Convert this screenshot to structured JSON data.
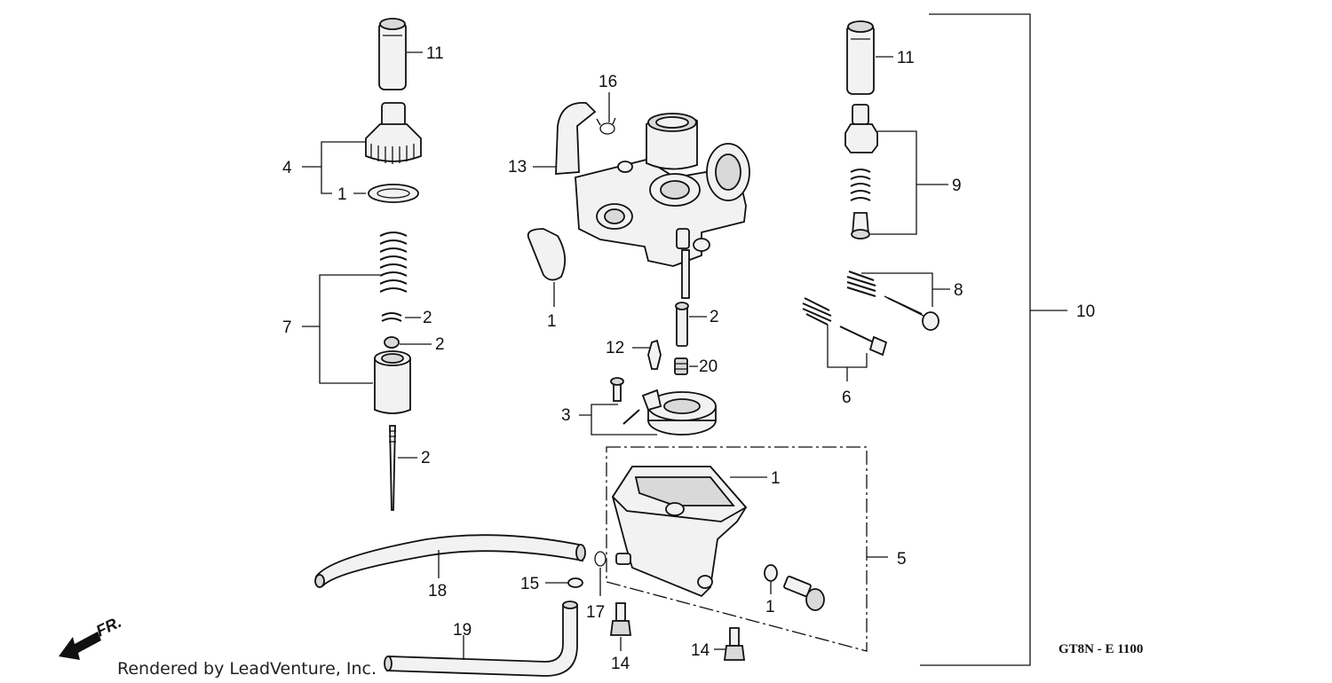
{
  "callouts": {
    "c11a": "11",
    "c4": "4",
    "c1a": "1",
    "c7": "7",
    "c2a": "2",
    "c2b": "2",
    "c2c": "2",
    "c16": "16",
    "c13": "13",
    "c1b": "1",
    "c2d": "2",
    "c12": "12",
    "c20": "20",
    "c3": "3",
    "c11b": "11",
    "c9": "9",
    "c8": "8",
    "c6": "6",
    "c10": "10",
    "c1c": "1",
    "c5": "5",
    "c1d": "1",
    "c17": "17",
    "c15": "15",
    "c18": "18",
    "c19": "19",
    "c14a": "14",
    "c14b": "14"
  },
  "diagram_code": "GT8N - E 1100",
  "direction_label": "FR.",
  "credit": "Rendered by LeadVenture, Inc."
}
